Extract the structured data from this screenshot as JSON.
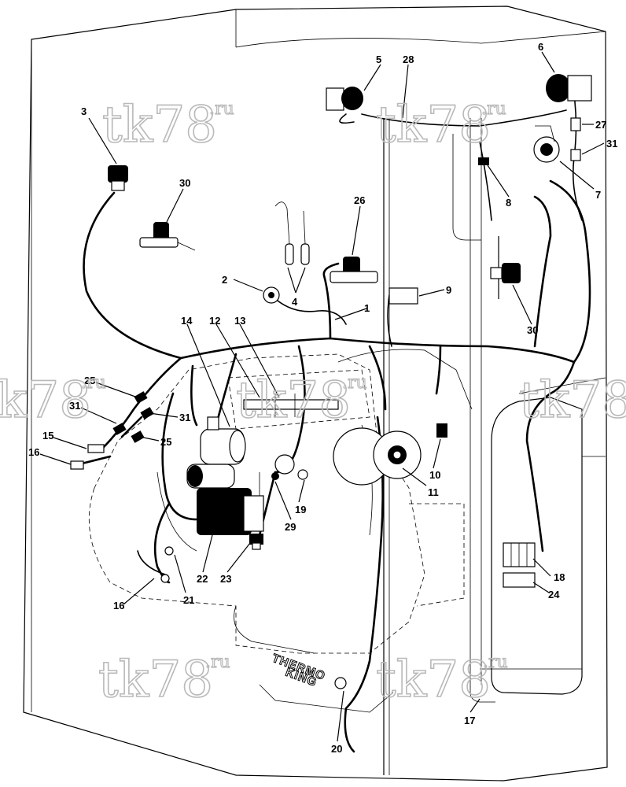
{
  "diagram": {
    "watermark": {
      "text": "tk78",
      "suffix": ".ru"
    },
    "brand_text": [
      "THERMO",
      "KING"
    ],
    "callouts": [
      "1",
      "2",
      "3",
      "4",
      "5",
      "6",
      "7",
      "8",
      "9",
      "10",
      "11",
      "12",
      "13",
      "14",
      "15",
      "16",
      "16",
      "17",
      "18",
      "19",
      "20",
      "21",
      "22",
      "23",
      "24",
      "25",
      "25",
      "26",
      "27",
      "28",
      "29",
      "30",
      "30",
      "31",
      "31",
      "31"
    ]
  }
}
